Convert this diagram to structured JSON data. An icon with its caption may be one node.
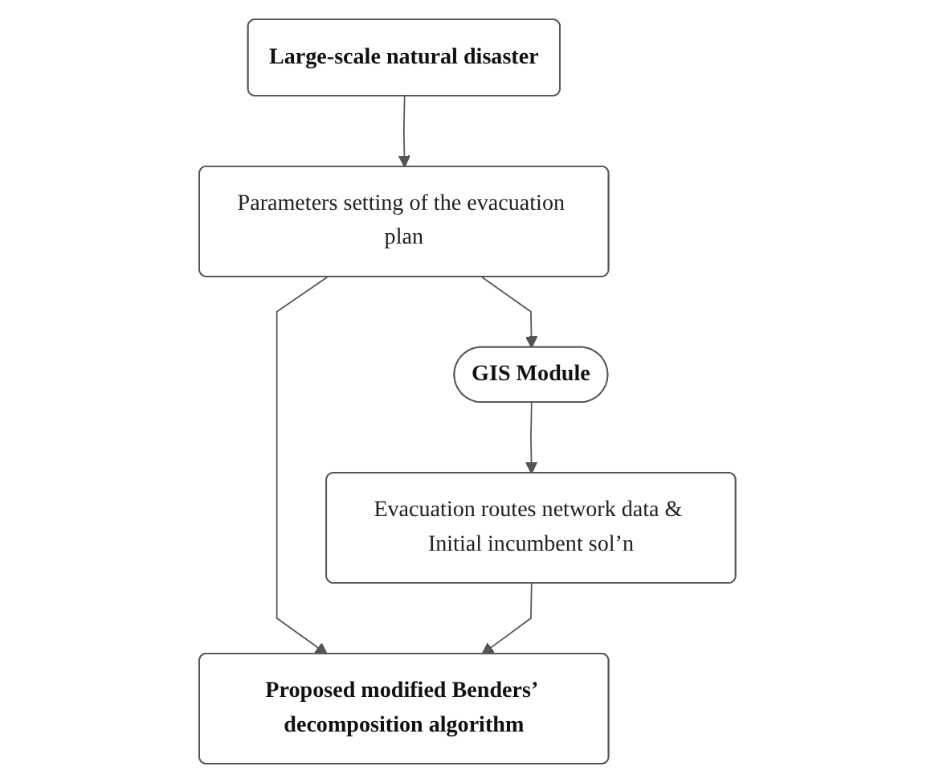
{
  "diagram": {
    "nodes": [
      {
        "text": [
          "Large-scale natural disaster"
        ]
      },
      {
        "text": [
          "Parameters setting of the evacuation plan"
        ]
      },
      {
        "text": [
          "GIS Module"
        ]
      },
      {
        "text": [
          "Evacuation routes network data & Initial incumbent sol’n"
        ]
      },
      {
        "text": [
          "Proposed modified Benders’ decomposition algorithm"
        ]
      }
    ],
    "edges": [
      {
        "from": 0,
        "to": 1,
        "arrow": "to"
      },
      {
        "from": 1,
        "to": 2,
        "arrow": "to"
      },
      {
        "from": 2,
        "to": 3,
        "arrow": "to"
      },
      {
        "from": 1,
        "to": 4,
        "arrow": "to"
      },
      {
        "from": 3,
        "to": 4,
        "arrow": "to"
      }
    ]
  }
}
